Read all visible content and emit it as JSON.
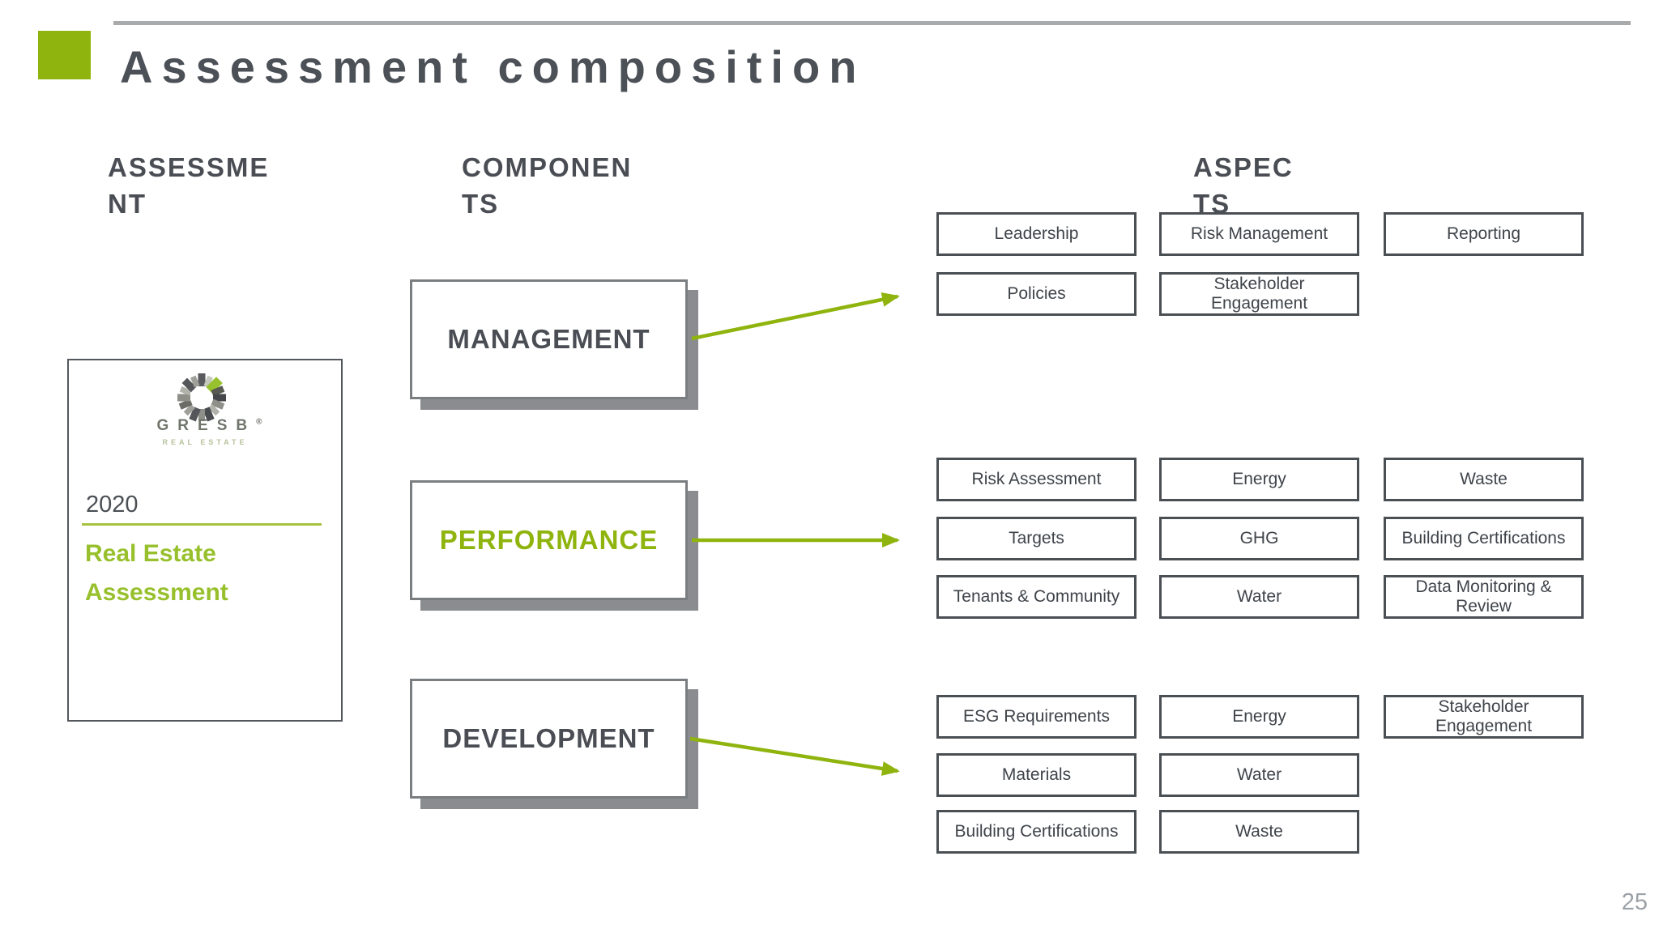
{
  "slide": {
    "title": "Assessment composition",
    "page_number": "25"
  },
  "colors": {
    "accent_green": "#8FB40E",
    "card_text_green": "#97C02C",
    "underline_green": "#A6C33F",
    "heading_gray": "#4A4E54",
    "aspect_border": "#4A4F54",
    "component_border": "#7B7E81",
    "shadow_gray": "#8A8C8F",
    "top_rule_gray": "#A9AAAB",
    "page_number_gray": "#9BA1A7"
  },
  "columns": {
    "assessment": {
      "line1": "ASSESSME",
      "line2": "NT"
    },
    "components": {
      "line1": "COMPONEN",
      "line2": "TS"
    },
    "aspects": {
      "line1": "ASPEC",
      "line2": "TS"
    }
  },
  "assessment_card": {
    "logo_text": "GRESB",
    "logo_registered": "®",
    "logo_subtext": "REAL ESTATE",
    "year": "2020",
    "product_line1": "Real Estate",
    "product_line2": "Assessment"
  },
  "components": {
    "boxes": [
      {
        "label": "MANAGEMENT"
      },
      {
        "label": "PERFORMANCE"
      },
      {
        "label": "DEVELOPMENT"
      }
    ]
  },
  "aspects": {
    "management_cells": [
      "Leadership",
      "Risk Management",
      "Reporting",
      "Policies",
      "Stakeholder\nEngagement"
    ],
    "performance_cells": [
      "Risk Assessment",
      "Energy",
      "Waste",
      "Targets",
      "GHG",
      "Building Certifications",
      "Tenants & Community",
      "Water",
      "Data Monitoring &\nReview"
    ],
    "development_cells": [
      "ESG Requirements",
      "Energy",
      "Stakeholder\nEngagement",
      "Materials",
      "Water",
      "Building Certifications",
      "Waste"
    ]
  }
}
